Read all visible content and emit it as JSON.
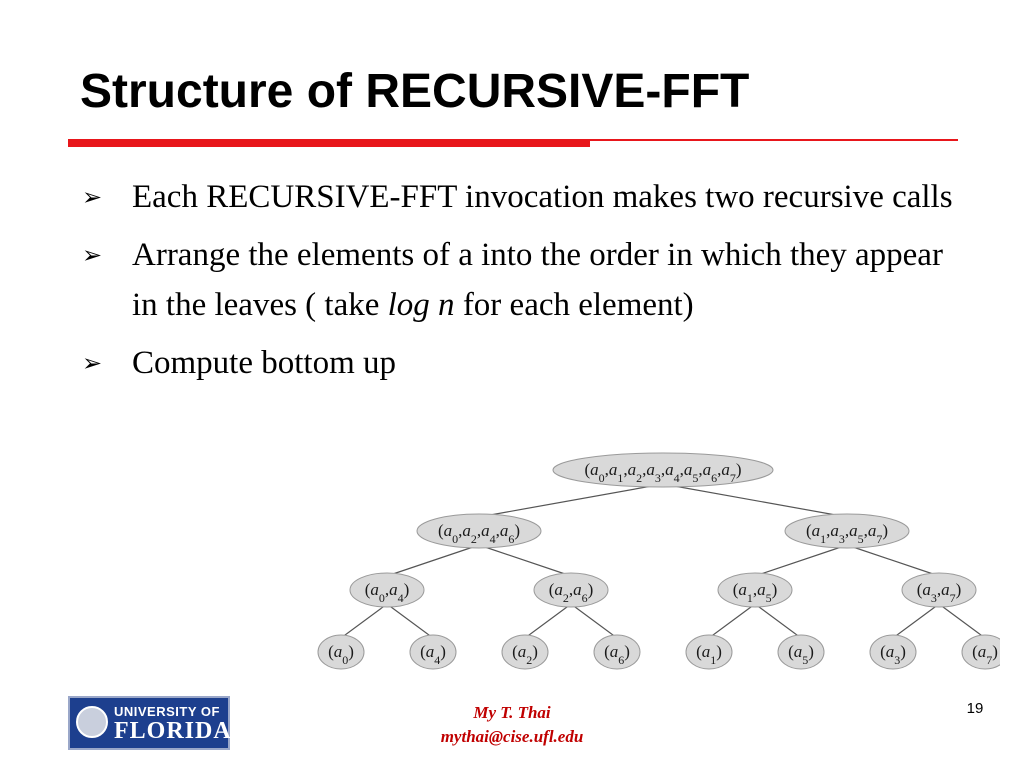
{
  "slide": {
    "title": "Structure of RECURSIVE-FFT",
    "bullet_glyph": "➢",
    "bullets": [
      {
        "text": "Each RECURSIVE-FFT invocation makes two recursive calls"
      },
      {
        "text_before": "Arrange the elements of a into the order in which they appear in the leaves ( take ",
        "text_italic": "log n",
        "text_after": " for each element)"
      },
      {
        "text": "Compute bottom up"
      }
    ]
  },
  "recursion_tree": {
    "levels": [
      [
        {
          "subscripts": [
            "0",
            "1",
            "2",
            "3",
            "4",
            "5",
            "6",
            "7"
          ]
        }
      ],
      [
        {
          "subscripts": [
            "0",
            "2",
            "4",
            "6"
          ]
        },
        {
          "subscripts": [
            "1",
            "3",
            "5",
            "7"
          ]
        }
      ],
      [
        {
          "subscripts": [
            "0",
            "4"
          ]
        },
        {
          "subscripts": [
            "2",
            "6"
          ]
        },
        {
          "subscripts": [
            "1",
            "5"
          ]
        },
        {
          "subscripts": [
            "3",
            "7"
          ]
        }
      ],
      [
        {
          "subscripts": [
            "0"
          ]
        },
        {
          "subscripts": [
            "4"
          ]
        },
        {
          "subscripts": [
            "2"
          ]
        },
        {
          "subscripts": [
            "6"
          ]
        },
        {
          "subscripts": [
            "1"
          ]
        },
        {
          "subscripts": [
            "5"
          ]
        },
        {
          "subscripts": [
            "3"
          ]
        },
        {
          "subscripts": [
            "7"
          ]
        }
      ]
    ]
  },
  "footer": {
    "author": "My T. Thai",
    "email": "mythai@cise.ufl.edu",
    "page_number": "19",
    "logo_line1": "UNIVERSITY OF",
    "logo_line2": "FLORIDA"
  },
  "colors": {
    "accent_red": "#e8161b",
    "footer_text": "#c00000",
    "logo_blue": "#1d3f8e",
    "node_fill": "#d9d9d9"
  }
}
